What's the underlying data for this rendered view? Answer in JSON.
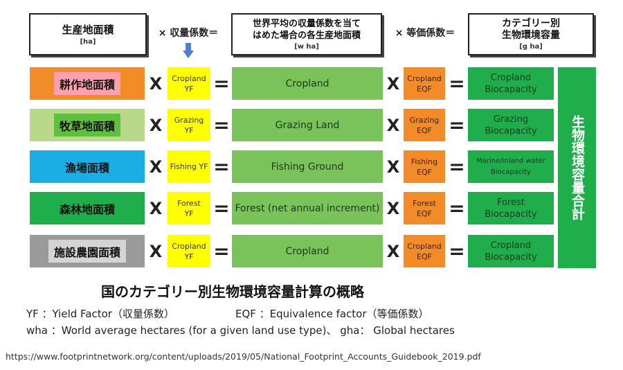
{
  "headers": {
    "production": {
      "title": "生産地面積",
      "unit": "[ha]"
    },
    "op1": "× 収量係数＝",
    "world": {
      "line1": "世界平均の収量係数を当て",
      "line2": "はめた場合の各生産地面積",
      "unit": "[w ha]"
    },
    "op2": "× 等価係数＝",
    "category": {
      "line1": "カテゴリー別",
      "line2": "生物環境容量",
      "unit": "[g ha]"
    }
  },
  "symbols": {
    "times": "X",
    "equals": "="
  },
  "rows": [
    {
      "source": "耕作地面積",
      "yf1": "Cropland",
      "yf2": "YF",
      "middle": "Cropland",
      "eqf1": "Cropland",
      "eqf2": "EQF",
      "bio1": "Cropland",
      "bio2": "Biocapacity",
      "colors": {
        "outer": "#f28c28",
        "inner": "#ffa0b0"
      }
    },
    {
      "source": "牧草地面積",
      "yf1": "Grazing",
      "yf2": "YF",
      "middle": "Grazing Land",
      "eqf1": "Grazing",
      "eqf2": "EQF",
      "bio1": "Grazing",
      "bio2": "Biocapacity",
      "colors": {
        "outer": "#b9d889",
        "inner": "#5fbf3f"
      }
    },
    {
      "source": "漁場面積",
      "yf1": "Fishing YF",
      "yf2": "",
      "middle": "Fishing Ground",
      "eqf1": "Fishing",
      "eqf2": "EQF",
      "bio1": "Marine/Inland water",
      "bio2": "Biocapacity",
      "colors": {
        "outer": "#1aaee5",
        "inner": "#1aaee5"
      }
    },
    {
      "source": "森林地面積",
      "yf1": "Forest",
      "yf2": "YF",
      "middle": "Forest (net annual increment)",
      "eqf1": "Forest",
      "eqf2": "EQF",
      "bio1": "Forest",
      "bio2": "Biocapacity",
      "colors": {
        "outer": "#1fae4b",
        "inner": "#1fae4b"
      }
    },
    {
      "source": "施設農園面積",
      "yf1": "Cropland",
      "yf2": "YF",
      "middle": "Cropland",
      "eqf1": "Cropland",
      "eqf2": "EQF",
      "bio1": "Cropland",
      "bio2": "Biocapacity",
      "colors": {
        "outer": "#9a9a9a",
        "inner": "#d4d4d4"
      }
    }
  ],
  "total": "生物環境容量合計",
  "caption": "国のカテゴリー別生物環境容量計算の概略",
  "notes": {
    "line1a": "YF ：Yield Factor（収量係数）",
    "line1b": "EQF ：Equivalence factor（等価係数）",
    "line2": "wha ：World average hectares (for a given land use type)、 gha： Global hectares"
  },
  "url": "https://www.footprintnetwork.org/content/uploads/2019/05/National_Footprint_Accounts_Guidebook_2019.pdf",
  "arrow_color": "#4a7fd4"
}
